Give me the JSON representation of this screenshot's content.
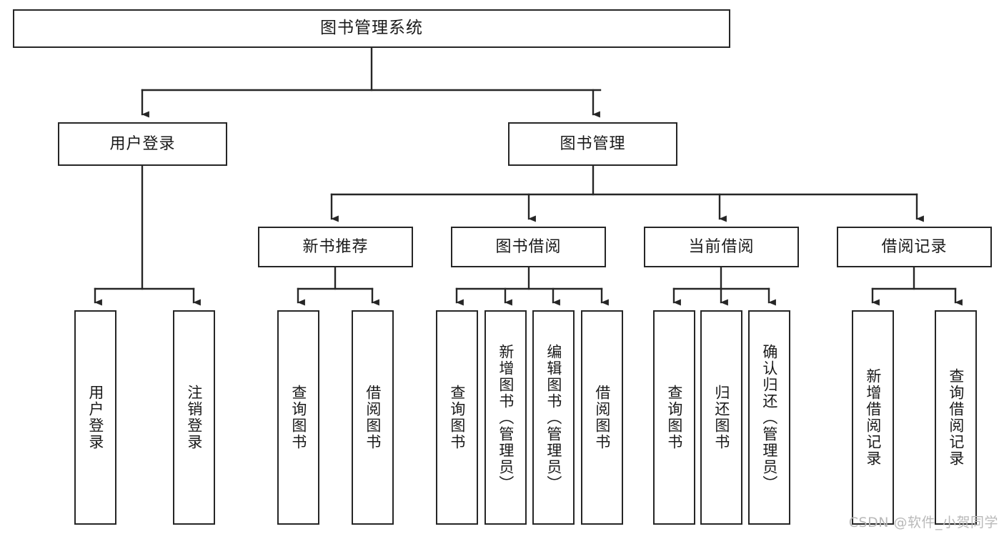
{
  "diagram": {
    "type": "tree-hierarchy-chart",
    "title": "图书管理系统",
    "colors": {
      "stroke": "#262626",
      "fill": "#ffffff",
      "text": "#1a1a1a",
      "watermark": "#b9b9b9"
    },
    "levels": {
      "level1": [
        {
          "id": "root",
          "label": "图书管理系统"
        }
      ],
      "level2": [
        {
          "id": "n-user-login",
          "label": "用户登录",
          "parent": "root"
        },
        {
          "id": "n-book-manage",
          "label": "图书管理",
          "parent": "root"
        }
      ],
      "level3": [
        {
          "id": "n-new-book-rec",
          "label": "新书推荐",
          "parent": "n-book-manage"
        },
        {
          "id": "n-book-borrow",
          "label": "图书借阅",
          "parent": "n-book-manage"
        },
        {
          "id": "n-current-borrow",
          "label": "当前借阅",
          "parent": "n-book-manage"
        },
        {
          "id": "n-borrow-record",
          "label": "借阅记录",
          "parent": "n-book-manage"
        }
      ],
      "level4": [
        {
          "id": "l-user-login",
          "label": "用户登录",
          "parent": "n-user-login"
        },
        {
          "id": "l-user-logout",
          "label": "注销登录",
          "parent": "n-user-login"
        },
        {
          "id": "l-rec-query",
          "label": "查询图书",
          "parent": "n-new-book-rec"
        },
        {
          "id": "l-rec-borrow",
          "label": "借阅图书",
          "parent": "n-new-book-rec"
        },
        {
          "id": "l-borrow-query",
          "label": "查询图书",
          "parent": "n-book-borrow"
        },
        {
          "id": "l-borrow-add",
          "label": "新增图书（管理员）",
          "parent": "n-book-borrow"
        },
        {
          "id": "l-borrow-edit",
          "label": "编辑图书（管理员）",
          "parent": "n-book-borrow"
        },
        {
          "id": "l-borrow-do",
          "label": "借阅图书",
          "parent": "n-book-borrow"
        },
        {
          "id": "l-cur-query",
          "label": "查询图书",
          "parent": "n-current-borrow"
        },
        {
          "id": "l-cur-return",
          "label": "归还图书",
          "parent": "n-current-borrow"
        },
        {
          "id": "l-cur-confirm",
          "label": "确认归还（管理员）",
          "parent": "n-current-borrow"
        },
        {
          "id": "l-rec-add",
          "label": "新增借阅记录",
          "parent": "n-borrow-record"
        },
        {
          "id": "l-rec-query2",
          "label": "查询借阅记录",
          "parent": "n-borrow-record"
        }
      ]
    }
  },
  "watermark": {
    "text": "CSDN @软件_小贺同学"
  }
}
